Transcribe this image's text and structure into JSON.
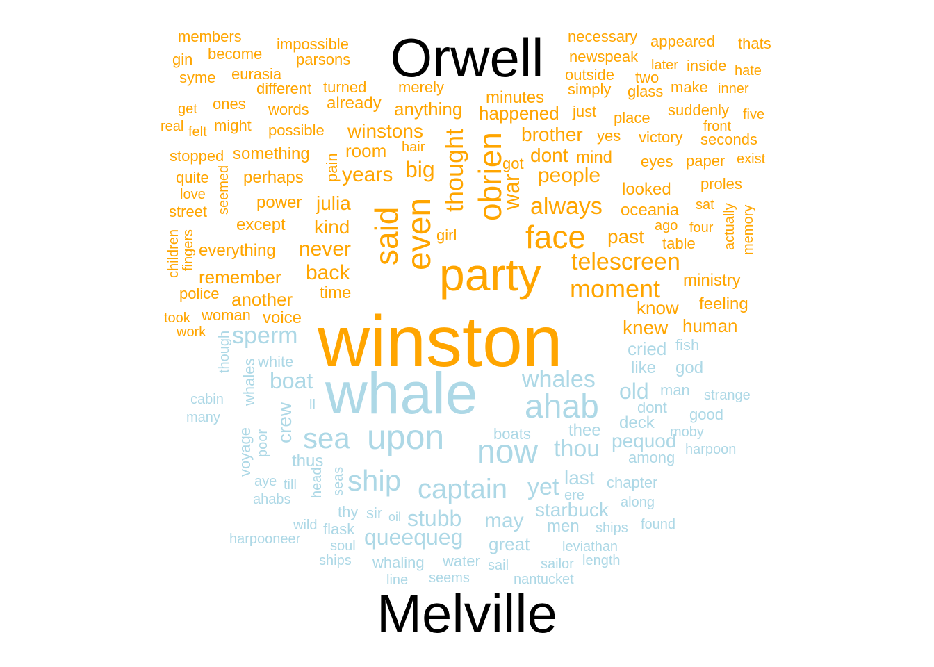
{
  "colors": {
    "orwell": "#FFA500",
    "melville": "#ADD8E6",
    "title": "#000000"
  },
  "titles": {
    "top": "Orwell",
    "bottom": "Melville"
  },
  "chart_data": {
    "type": "comparison wordcloud",
    "groups": [
      "Orwell",
      "Melville"
    ],
    "words": {
      "Orwell": [
        "winston",
        "party",
        "said",
        "even",
        "obrien",
        "face",
        "thought",
        "war",
        "telescreen",
        "moment",
        "always",
        "winstons",
        "people",
        "back",
        "brother",
        "years",
        "big",
        "julia",
        "never",
        "kind",
        "past",
        "another",
        "remember",
        "dont",
        "room",
        "happened",
        "anything",
        "knew",
        "know",
        "everything",
        "except",
        "oceania",
        "minutes",
        "perhaps",
        "power",
        "ministry",
        "feeling",
        "human",
        "already",
        "voice",
        "looked",
        "mind",
        "something",
        "possible",
        "pain",
        "victory",
        "place",
        "words",
        "merely",
        "turned",
        "eurasia",
        "different",
        "become",
        "parsons",
        "impossible",
        "necessary",
        "newspeak",
        "outside",
        "simply",
        "glass",
        "just",
        "suddenly",
        "appeared",
        "inside",
        "later",
        "two",
        "make",
        "inner",
        "hate",
        "thats",
        "members",
        "gin",
        "syme",
        "get",
        "ones",
        "might",
        "real",
        "felt",
        "stopped",
        "quite",
        "love",
        "street",
        "seemed",
        "children",
        "fingers",
        "police",
        "took",
        "woman",
        "work",
        "time",
        "girl",
        "got",
        "hair",
        "yes",
        "front",
        "seconds",
        "five",
        "eyes",
        "paper",
        "exist",
        "proles",
        "sat",
        "ago",
        "four",
        "table",
        "actually",
        "memory"
      ],
      "Melville": [
        "whale",
        "ahab",
        "upon",
        "now",
        "sea",
        "ship",
        "captain",
        "whales",
        "sperm",
        "boat",
        "old",
        "thou",
        "yet",
        "stubb",
        "queequeg",
        "starbuck",
        "may",
        "last",
        "great",
        "pequod",
        "deck",
        "crew",
        "white",
        "cried",
        "like",
        "god",
        "fish",
        "man",
        "dont",
        "strange",
        "good",
        "moby",
        "harpoon",
        "among",
        "chapter",
        "along",
        "found",
        "ships",
        "men",
        "ere",
        "thee",
        "boats",
        "thus",
        "head",
        "seas",
        "aye",
        "till",
        "ahabs",
        "thy",
        "sir",
        "oil",
        "flask",
        "soul",
        "wild",
        "harpooneer",
        "ships",
        "whaling",
        "water",
        "sail",
        "sailor",
        "length",
        "leviathan",
        "nantucket",
        "seems",
        "line",
        "voyage",
        "poor",
        "whales",
        "ll",
        "cabin",
        "many",
        "though"
      ]
    }
  }
}
